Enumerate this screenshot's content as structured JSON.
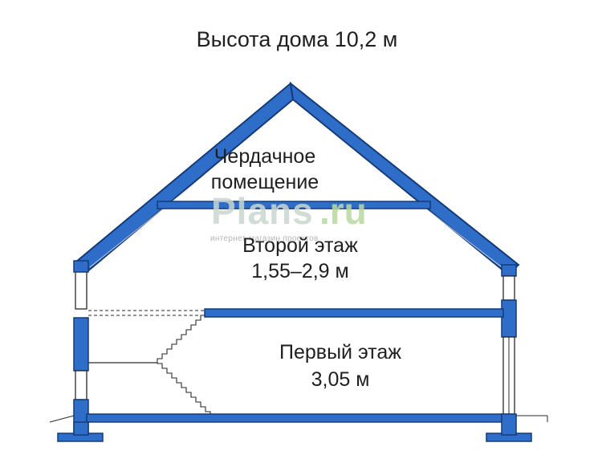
{
  "title": "Высота дома 10,2 м",
  "attic": {
    "line1": "Чердачное",
    "line2": "помещение"
  },
  "second_floor": {
    "line1": "Второй этаж",
    "line2": "1,55–2,9 м"
  },
  "first_floor": {
    "line1": "Первый этаж",
    "line2": "3,05 м"
  },
  "watermark": {
    "brand": "Plans",
    "tld": ".ru",
    "tagline": "интернет-магазин проектов"
  },
  "colors": {
    "structure_fill": "#2f6ec8",
    "structure_stroke": "#153a78",
    "line": "#2a2a2a",
    "text": "#1f1f1f"
  }
}
